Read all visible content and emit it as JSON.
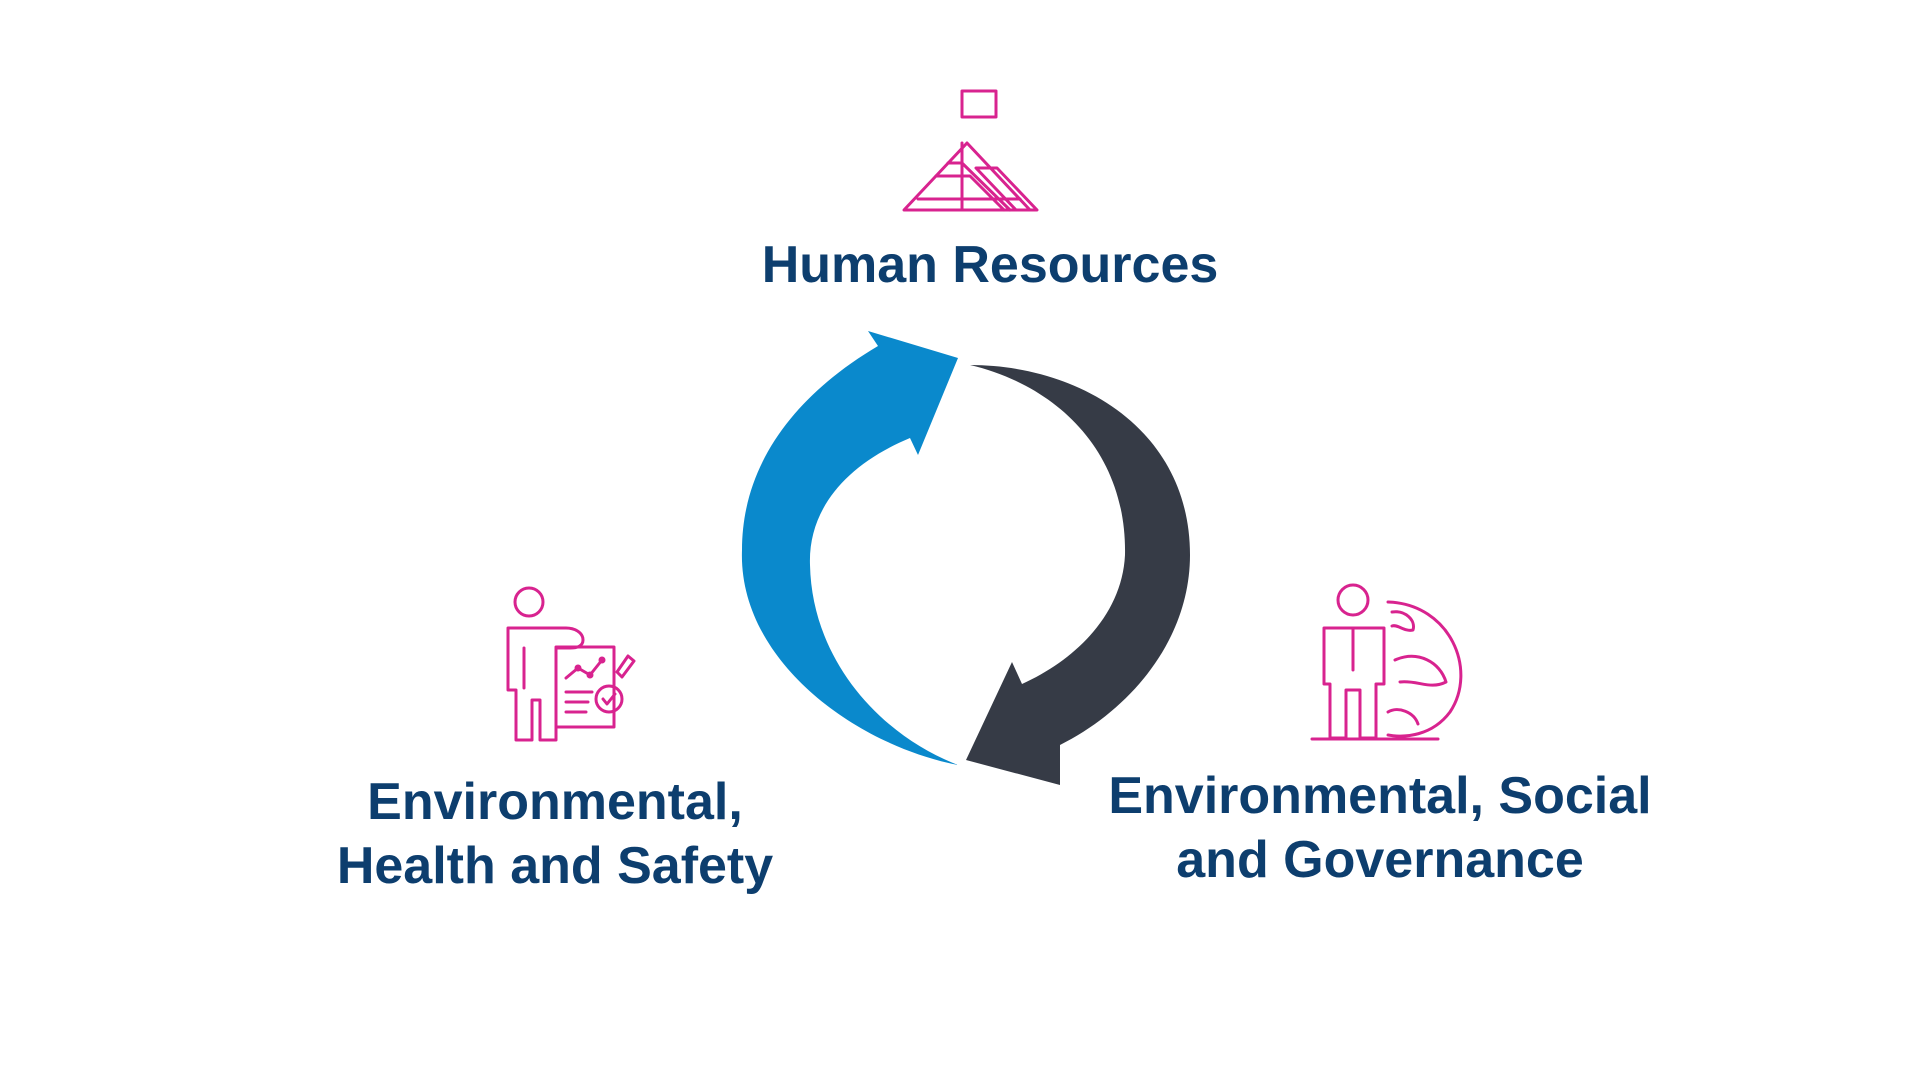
{
  "nodes": {
    "human_resources": {
      "lines": [
        "Human Resources"
      ],
      "icon": "mountain-flag-icon"
    },
    "ehs": {
      "lines": [
        "Environmental,",
        "Health and Safety"
      ],
      "icon": "presenter-report-icon"
    },
    "esg": {
      "lines": [
        "Environmental, Social",
        "and Governance"
      ],
      "icon": "person-globe-icon"
    }
  },
  "colors": {
    "label_text": "#0d3e6e",
    "icon_stroke": "#d8238f",
    "arrow_blue": "#0a89cc",
    "arrow_dark": "#363b46",
    "background": "#ffffff"
  }
}
